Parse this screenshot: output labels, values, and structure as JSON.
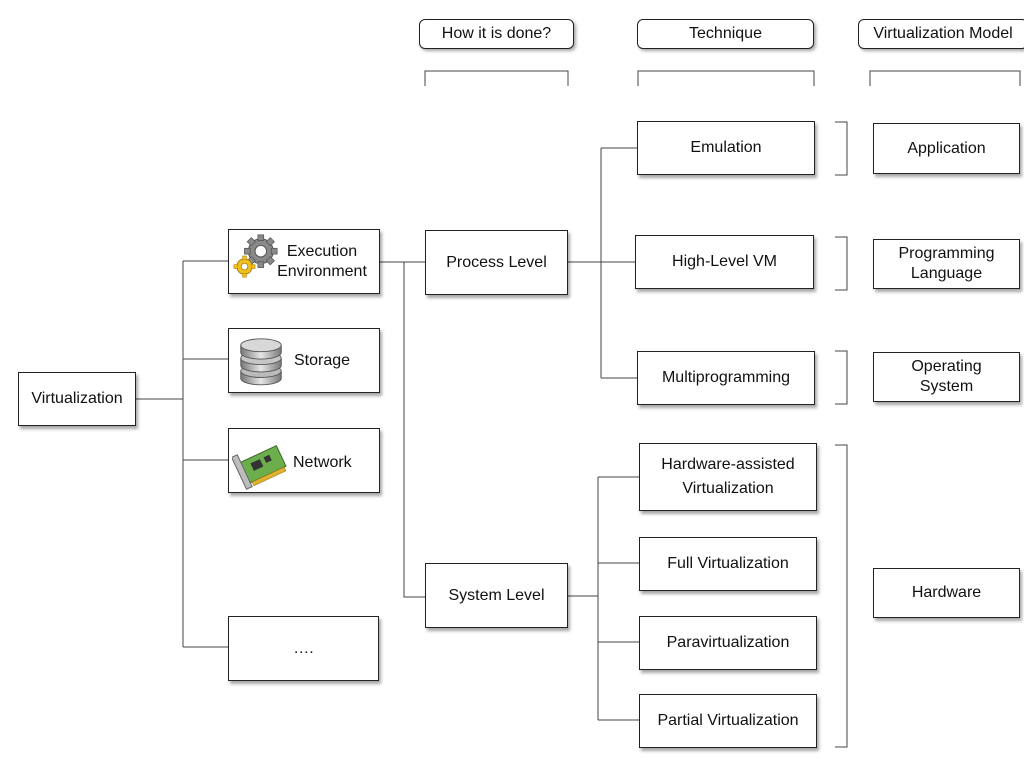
{
  "headers": {
    "how": "How it is done?",
    "technique": "Technique",
    "model": "Virtualization Model"
  },
  "root": {
    "label": "Virtualization"
  },
  "categories": [
    {
      "label": "Execution\nEnvironment",
      "icon": "gears-icon"
    },
    {
      "label": "Storage",
      "icon": "disk-stack-icon"
    },
    {
      "label": "Network",
      "icon": "network-card-icon"
    },
    {
      "label": "…."
    }
  ],
  "levels": {
    "process": "Process Level",
    "system": "System Level"
  },
  "techniques": {
    "emulation": "Emulation",
    "high_level_vm": "High-Level VM",
    "multiprogramming": "Multiprogramming",
    "hardware_assisted": "Hardware-assisted\nVirtualization",
    "full": "Full Virtualization",
    "para": "Paravirtualization",
    "partial": "Partial Virtualization"
  },
  "models": {
    "application": "Application",
    "programming_language": "Programming\nLanguage",
    "operating_system": "Operating\nSystem",
    "hardware": "Hardware"
  }
}
